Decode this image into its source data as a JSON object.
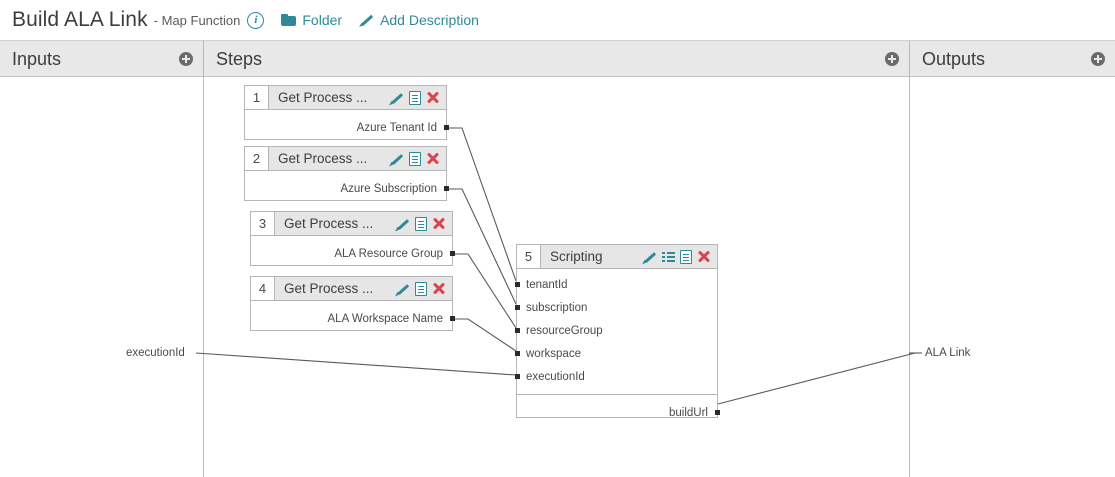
{
  "titlebar": {
    "title": "Build ALA Link",
    "subtitle": "- Map Function",
    "info_icon": "info-icon",
    "folder_label": "Folder",
    "folder_icon": "folder-icon",
    "description_label": "Add Description",
    "description_icon": "pencil-icon"
  },
  "columns": [
    {
      "label": "Inputs",
      "add_icon": "plus-icon"
    },
    {
      "label": "Steps",
      "add_icon": "plus-icon"
    },
    {
      "label": "Outputs",
      "add_icon": "plus-icon"
    }
  ],
  "colors": {
    "accent": "#2e8a96",
    "delete": "#d9444f",
    "header_bg": "#e8e8e8",
    "node_header_bg": "#e6e6e6",
    "border": "#b6b6b6",
    "wire": "#5a5a5a"
  },
  "inputs": [
    {
      "name": "executionId"
    }
  ],
  "outputs": [
    {
      "name": "ALA Link"
    }
  ],
  "steps": [
    {
      "number": "1",
      "title": "Get Process ...",
      "icons": [
        "pencil-icon",
        "duplicate-icon",
        "delete-icon"
      ],
      "inputs": [],
      "outputs": [
        "Azure Tenant Id"
      ]
    },
    {
      "number": "2",
      "title": "Get Process ...",
      "icons": [
        "pencil-icon",
        "duplicate-icon",
        "delete-icon"
      ],
      "inputs": [],
      "outputs": [
        "Azure Subscription"
      ]
    },
    {
      "number": "3",
      "title": "Get Process ...",
      "icons": [
        "pencil-icon",
        "duplicate-icon",
        "delete-icon"
      ],
      "inputs": [],
      "outputs": [
        "ALA Resource Group"
      ]
    },
    {
      "number": "4",
      "title": "Get Process ...",
      "icons": [
        "pencil-icon",
        "duplicate-icon",
        "delete-icon"
      ],
      "inputs": [],
      "outputs": [
        "ALA Workspace Name"
      ]
    },
    {
      "number": "5",
      "title": "Scripting",
      "icons": [
        "pencil-icon",
        "list-icon",
        "duplicate-icon",
        "delete-icon"
      ],
      "inputs": [
        "tenantId",
        "subscription",
        "resourceGroup",
        "workspace",
        "executionId"
      ],
      "outputs": [
        "buildUrl"
      ]
    }
  ],
  "connections": [
    {
      "from": "step1.Azure Tenant Id",
      "to": "step5.tenantId"
    },
    {
      "from": "step2.Azure Subscription",
      "to": "step5.subscription"
    },
    {
      "from": "step3.ALA Resource Group",
      "to": "step5.resourceGroup"
    },
    {
      "from": "step4.ALA Workspace Name",
      "to": "step5.workspace"
    },
    {
      "from": "input.executionId",
      "to": "step5.executionId"
    },
    {
      "from": "step5.buildUrl",
      "to": "output.ALA Link"
    }
  ]
}
